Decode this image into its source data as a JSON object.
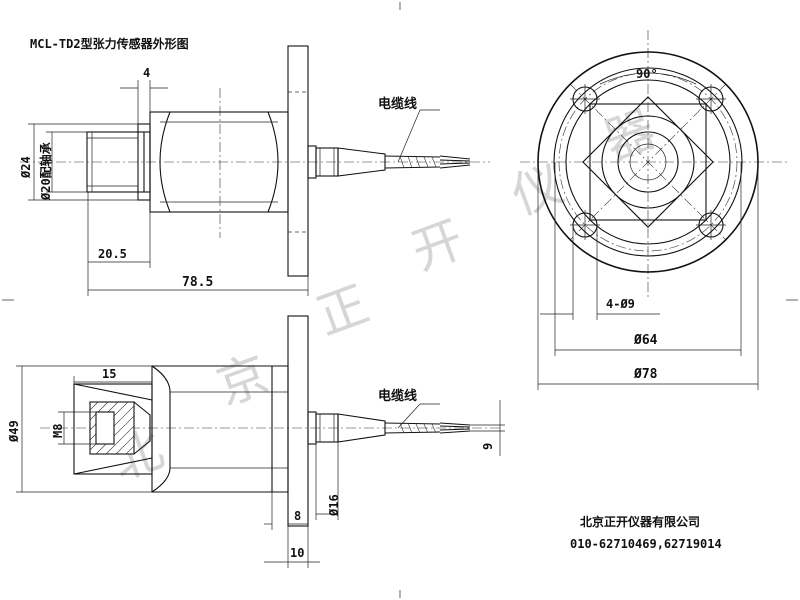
{
  "title": "MCL-TD2型张力传感器外形图",
  "watermark": [
    "北",
    "京",
    "正",
    "开",
    "仪",
    "器"
  ],
  "top_view": {
    "dim_4": "4",
    "dim_d24": "Ø24",
    "dim_d20": "Ø20配轴承",
    "dim_20_5": "20.5",
    "dim_78_5": "78.5",
    "cable_label": "电缆线"
  },
  "bottom_view": {
    "dim_15": "15",
    "dim_d49": "Ø49",
    "dim_m8": "M8",
    "dim_d16": "Ø16",
    "dim_9": "9",
    "dim_8": "8",
    "dim_10": "10",
    "cable_label": "电缆线"
  },
  "end_view": {
    "angle": "90°",
    "dim_holes": "4-Ø9",
    "dim_d64": "Ø64",
    "dim_d78": "Ø78"
  },
  "company": {
    "name": "北京正开仪器有限公司",
    "phone": "010-62710469,62719014"
  }
}
